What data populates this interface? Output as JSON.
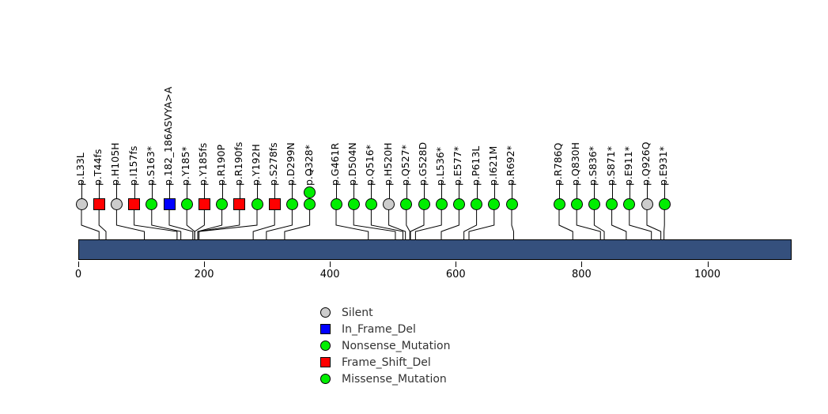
{
  "chart_data": {
    "type": "lollipop",
    "title": "",
    "xlabel": "",
    "ylabel": "",
    "xlim": [
      0,
      1134
    ],
    "xticks": [
      0,
      200,
      400,
      600,
      800,
      1000
    ],
    "xtick_labels": [
      "0",
      "200",
      "400",
      "600",
      "800",
      "1000"
    ],
    "protein_length": 1134,
    "grid": false,
    "legend_position": "bottom-center",
    "legend": [
      {
        "label": "Silent",
        "color": "#CCCCCC",
        "shape": "circle"
      },
      {
        "label": "In_Frame_Del",
        "color": "#0000FF",
        "shape": "square"
      },
      {
        "label": "Nonsense_Mutation",
        "color": "#00EE00",
        "shape": "circle"
      },
      {
        "label": "Frame_Shift_Del",
        "color": "#FF0000",
        "shape": "square"
      },
      {
        "label": "Missense_Mutation",
        "color": "#00EE00",
        "shape": "circle"
      }
    ],
    "mutations": [
      {
        "label": "p.L33L",
        "position": 33,
        "type": "Silent",
        "color": "#CCCCCC",
        "shape": "circle",
        "count": 1
      },
      {
        "label": "p.T44fs",
        "position": 44,
        "type": "Frame_Shift_Del",
        "color": "#FF0000",
        "shape": "square",
        "count": 1
      },
      {
        "label": "p.H105H",
        "position": 105,
        "type": "Silent",
        "color": "#CCCCCC",
        "shape": "circle",
        "count": 1
      },
      {
        "label": "p.I157fs",
        "position": 157,
        "type": "Frame_Shift_Del",
        "color": "#FF0000",
        "shape": "square",
        "count": 1
      },
      {
        "label": "p.S163*",
        "position": 163,
        "type": "Nonsense_Mutation",
        "color": "#00EE00",
        "shape": "circle",
        "count": 1
      },
      {
        "label": "p.182_186ASVYA>A",
        "position": 182,
        "type": "In_Frame_Del",
        "color": "#0000FF",
        "shape": "square",
        "count": 1
      },
      {
        "label": "p.Y185*",
        "position": 185,
        "type": "Nonsense_Mutation",
        "color": "#00EE00",
        "shape": "circle",
        "count": 1
      },
      {
        "label": "p.Y185fs",
        "position": 185,
        "type": "Frame_Shift_Del",
        "color": "#FF0000",
        "shape": "square",
        "count": 1
      },
      {
        "label": "p.R190P",
        "position": 190,
        "type": "Missense_Mutation",
        "color": "#00EE00",
        "shape": "circle",
        "count": 1
      },
      {
        "label": "p.R190fs",
        "position": 190,
        "type": "Frame_Shift_Del",
        "color": "#FF0000",
        "shape": "square",
        "count": 1
      },
      {
        "label": "p.Y192H",
        "position": 192,
        "type": "Missense_Mutation",
        "color": "#00EE00",
        "shape": "circle",
        "count": 1
      },
      {
        "label": "p.S278fs",
        "position": 278,
        "type": "Frame_Shift_Del",
        "color": "#FF0000",
        "shape": "square",
        "count": 1
      },
      {
        "label": "p.D299N",
        "position": 299,
        "type": "Missense_Mutation",
        "color": "#00EE00",
        "shape": "circle",
        "count": 1
      },
      {
        "label": "p.Q328*",
        "position": 328,
        "type": "Nonsense_Mutation",
        "color": "#00EE00",
        "shape": "circle",
        "count": 2
      },
      {
        "label": "p.G461R",
        "position": 461,
        "type": "Missense_Mutation",
        "color": "#00EE00",
        "shape": "circle",
        "count": 1
      },
      {
        "label": "p.D504N",
        "position": 504,
        "type": "Missense_Mutation",
        "color": "#00EE00",
        "shape": "circle",
        "count": 1
      },
      {
        "label": "p.Q516*",
        "position": 516,
        "type": "Nonsense_Mutation",
        "color": "#00EE00",
        "shape": "circle",
        "count": 1
      },
      {
        "label": "p.H520H",
        "position": 520,
        "type": "Silent",
        "color": "#CCCCCC",
        "shape": "circle",
        "count": 1
      },
      {
        "label": "p.Q527*",
        "position": 527,
        "type": "Nonsense_Mutation",
        "color": "#00EE00",
        "shape": "circle",
        "count": 1
      },
      {
        "label": "p.G528D",
        "position": 528,
        "type": "Missense_Mutation",
        "color": "#00EE00",
        "shape": "circle",
        "count": 1
      },
      {
        "label": "p.L536*",
        "position": 536,
        "type": "Nonsense_Mutation",
        "color": "#00EE00",
        "shape": "circle",
        "count": 1
      },
      {
        "label": "p.E577*",
        "position": 577,
        "type": "Nonsense_Mutation",
        "color": "#00EE00",
        "shape": "circle",
        "count": 1
      },
      {
        "label": "p.P613L",
        "position": 613,
        "type": "Missense_Mutation",
        "color": "#00EE00",
        "shape": "circle",
        "count": 1
      },
      {
        "label": "p.I621M",
        "position": 621,
        "type": "Missense_Mutation",
        "color": "#00EE00",
        "shape": "circle",
        "count": 1
      },
      {
        "label": "p.R692*",
        "position": 692,
        "type": "Nonsense_Mutation",
        "color": "#00EE00",
        "shape": "circle",
        "count": 1
      },
      {
        "label": "p.R786Q",
        "position": 786,
        "type": "Missense_Mutation",
        "color": "#00EE00",
        "shape": "circle",
        "count": 1
      },
      {
        "label": "p.Q830H",
        "position": 830,
        "type": "Missense_Mutation",
        "color": "#00EE00",
        "shape": "circle",
        "count": 1
      },
      {
        "label": "p.S836*",
        "position": 836,
        "type": "Nonsense_Mutation",
        "color": "#00EE00",
        "shape": "circle",
        "count": 1
      },
      {
        "label": "p.S871*",
        "position": 871,
        "type": "Nonsense_Mutation",
        "color": "#00EE00",
        "shape": "circle",
        "count": 1
      },
      {
        "label": "p.E911*",
        "position": 911,
        "type": "Nonsense_Mutation",
        "color": "#00EE00",
        "shape": "circle",
        "count": 1
      },
      {
        "label": "p.Q926Q",
        "position": 926,
        "type": "Silent",
        "color": "#CCCCCC",
        "shape": "circle",
        "count": 1
      },
      {
        "label": "p.E931*",
        "position": 931,
        "type": "Nonsense_Mutation",
        "color": "#00EE00",
        "shape": "circle",
        "count": 1
      }
    ]
  },
  "colors": {
    "protein_bar": "#35507D",
    "silent": "#CCCCCC",
    "in_frame_del": "#0000FF",
    "nonsense": "#00EE00",
    "frame_shift_del": "#FF0000",
    "missense": "#00EE00",
    "stroke": "#000000",
    "background": "#FFFFFF"
  }
}
